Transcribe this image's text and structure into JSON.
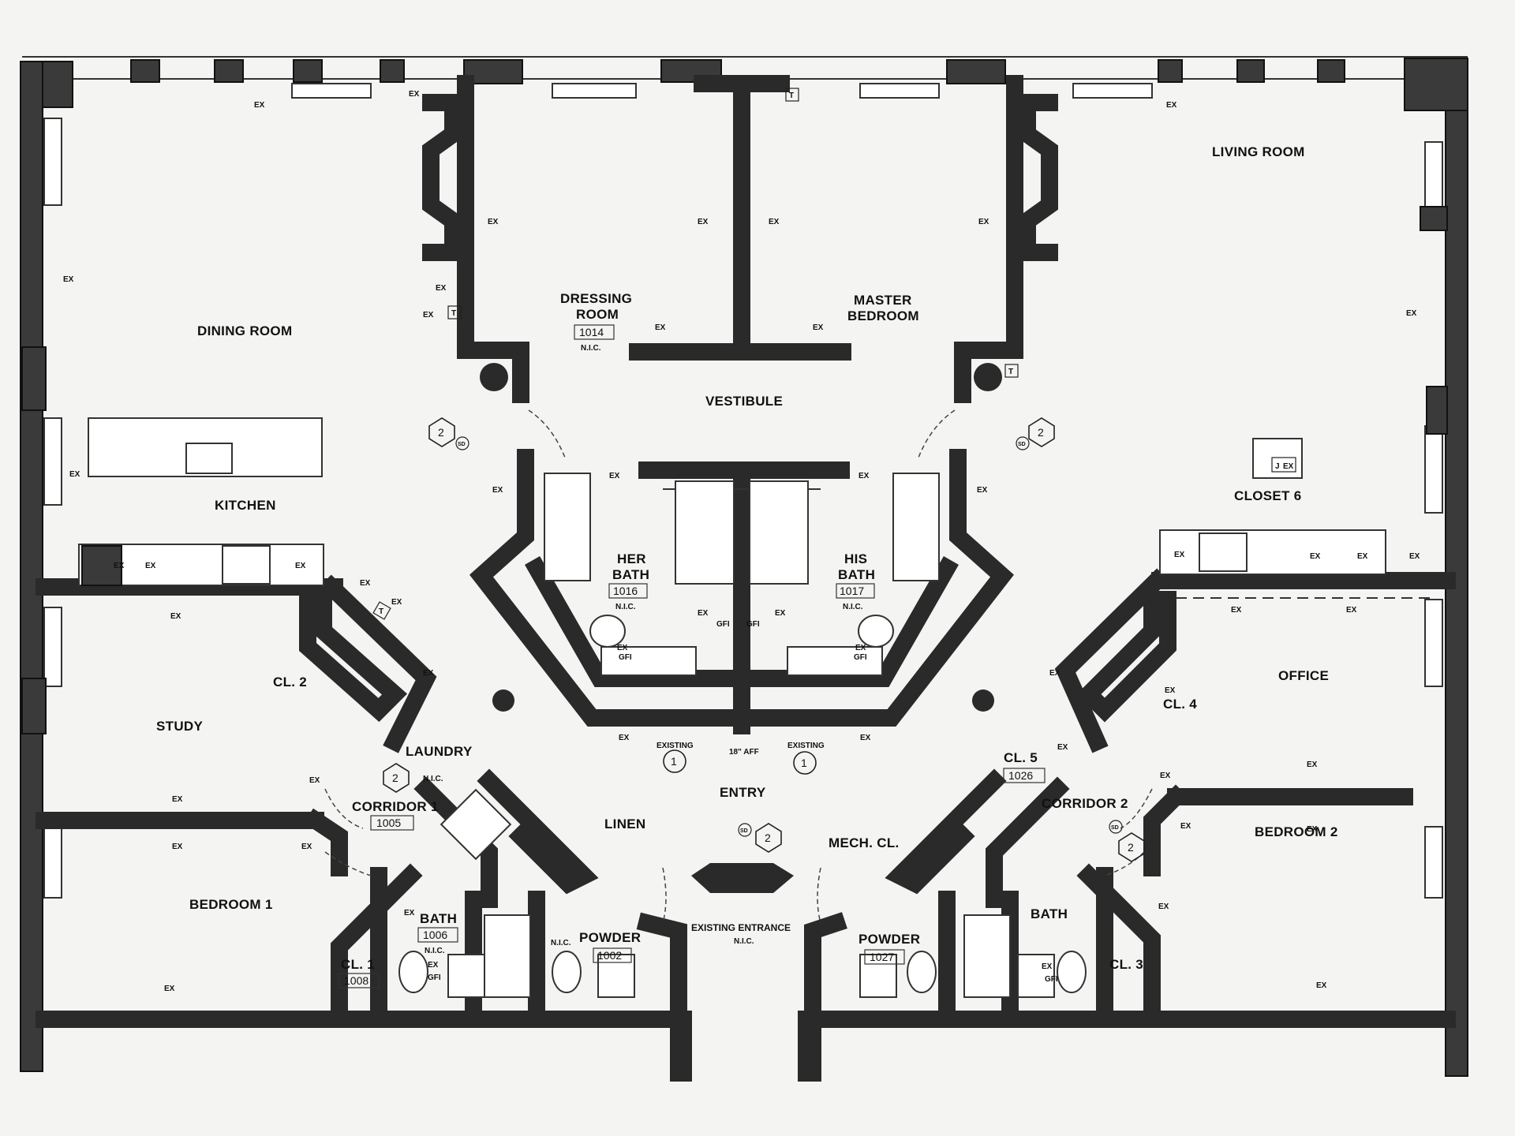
{
  "rooms": {
    "dining_room": "DINING ROOM",
    "kitchen": "KITCHEN",
    "dressing_room_line1": "DRESSING",
    "dressing_room_line2": "ROOM",
    "dressing_room_num": "1014",
    "master_bedroom_line1": "MASTER",
    "master_bedroom_line2": "BEDROOM",
    "living_room": "LIVING ROOM",
    "vestibule": "VESTIBULE",
    "closet6": "CLOSET 6",
    "her_bath_line1": "HER",
    "her_bath_line2": "BATH",
    "her_bath_num": "1016",
    "his_bath_line1": "HIS",
    "his_bath_line2": "BATH",
    "his_bath_num": "1017",
    "study": "STUDY",
    "cl2": "CL. 2",
    "laundry": "LAUNDRY",
    "corridor1": "CORRIDOR 1",
    "corridor1_num": "1005",
    "linen": "LINEN",
    "entry": "ENTRY",
    "mech_cl": "MECH. CL.",
    "cl5": "CL. 5",
    "cl5_num": "1026",
    "corridor2": "CORRIDOR 2",
    "office": "OFFICE",
    "cl4": "CL. 4",
    "bedroom2": "BEDROOM 2",
    "bedroom1": "BEDROOM 1",
    "bath_left": "BATH",
    "bath_left_num": "1006",
    "cl1": "CL. 1",
    "cl1_num": "1008",
    "powder_left": "POWDER",
    "powder_left_num": "1002",
    "existing_entrance": "EXISTING ENTRANCE",
    "powder_right": "POWDER",
    "powder_right_num": "1027",
    "bath_right": "BATH",
    "cl3": "CL. 3"
  },
  "notes": {
    "nic": "N.I.C.",
    "nlc": "N.I.C.",
    "existing": "EXISTING",
    "aff": "18\" AFF",
    "ex": "EX",
    "gfi": "GFI",
    "tag1": "1",
    "tag2": "2",
    "sd": "SD",
    "t": "T",
    "j": "J"
  },
  "colors": {
    "background": "#f4f4f2",
    "wall": "#3a3a3a",
    "line": "#333333"
  }
}
